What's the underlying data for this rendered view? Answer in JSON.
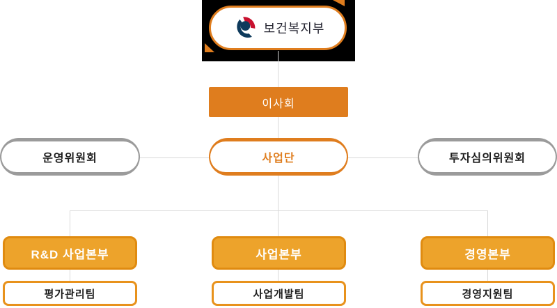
{
  "theme": {
    "orange": "#DF7D1E",
    "amber-fill": "#EDA32B",
    "amber-border": "#E08B10",
    "team-border": "#E8921C",
    "gray": "#9B9B9B",
    "line": "#D9D9D9",
    "logo-red": "#C8102E",
    "logo-blue": "#0E3A5C",
    "text-dark": "#1D1D1D"
  },
  "org": {
    "root": {
      "label": "보건복지부",
      "icon": "taegeuk-emblem-icon"
    },
    "board": {
      "label": "이사회"
    },
    "committees": [
      {
        "label": "운영위원회",
        "variant": "gray"
      },
      {
        "label": "사업단",
        "variant": "orange"
      },
      {
        "label": "투자심의위원회",
        "variant": "gray"
      }
    ],
    "divisions": [
      {
        "headquarters": "R&D 사업본부",
        "team": "평가관리팀"
      },
      {
        "headquarters": "사업본부",
        "team": "사업개발팀"
      },
      {
        "headquarters": "경영본부",
        "team": "경영지원팀"
      }
    ]
  }
}
